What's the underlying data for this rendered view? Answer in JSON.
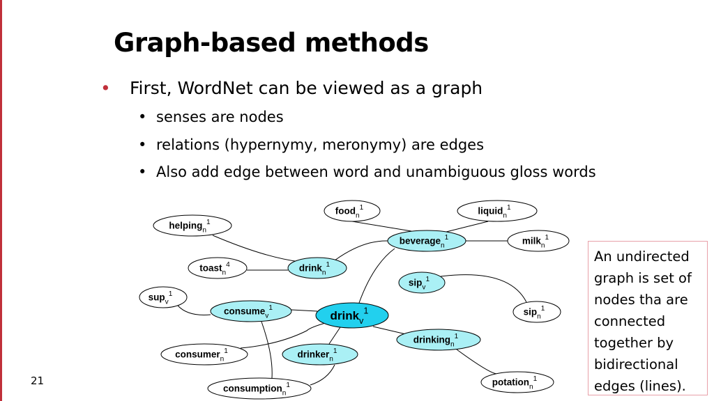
{
  "slide": {
    "title": "Graph-based methods",
    "bullet_main": "First, WordNet can be viewed as a graph",
    "sub_bullets": [
      "senses are nodes",
      "relations (hypernymy, meronymy) are edges",
      "Also add edge between word and unambiguous gloss words"
    ],
    "slide_number": "21",
    "note_lines": [
      "An undirected",
      "graph is set of",
      "nodes tha are",
      "connected",
      "together by",
      "bidirectional",
      "edges (lines)."
    ],
    "colors": {
      "accent": "#c0303a",
      "node_fill": "#aaf0f5",
      "center_fill": "#22d0ee"
    }
  },
  "graph": {
    "nodes": [
      {
        "id": "food",
        "base": "food",
        "sub": "n",
        "sup": "1"
      },
      {
        "id": "liquid",
        "base": "liquid",
        "sub": "n",
        "sup": "1"
      },
      {
        "id": "helping",
        "base": "helping",
        "sub": "n",
        "sup": "1"
      },
      {
        "id": "beverage",
        "base": "beverage",
        "sub": "n",
        "sup": "1"
      },
      {
        "id": "milk",
        "base": "milk",
        "sub": "n",
        "sup": "1"
      },
      {
        "id": "toast",
        "base": "toast",
        "sub": "n",
        "sup": "4"
      },
      {
        "id": "drinkn",
        "base": "drink",
        "sub": "n",
        "sup": "1"
      },
      {
        "id": "sipv",
        "base": "sip",
        "sub": "v",
        "sup": "1"
      },
      {
        "id": "sup",
        "base": "sup",
        "sub": "v",
        "sup": "1"
      },
      {
        "id": "consume",
        "base": "consume",
        "sub": "v",
        "sup": "1"
      },
      {
        "id": "drinkv",
        "base": "drink",
        "sub": "v",
        "sup": "1"
      },
      {
        "id": "sipn",
        "base": "sip",
        "sub": "n",
        "sup": "1"
      },
      {
        "id": "drinking",
        "base": "drinking",
        "sub": "n",
        "sup": "1"
      },
      {
        "id": "consumer",
        "base": "consumer",
        "sub": "n",
        "sup": "1"
      },
      {
        "id": "drinker",
        "base": "drinker",
        "sub": "n",
        "sup": "1"
      },
      {
        "id": "consumption",
        "base": "consumption",
        "sub": "n",
        "sup": "1"
      },
      {
        "id": "potation",
        "base": "potation",
        "sub": "n",
        "sup": "1"
      }
    ],
    "edges": [
      [
        "food",
        "beverage"
      ],
      [
        "liquid",
        "beverage"
      ],
      [
        "milk",
        "beverage"
      ],
      [
        "helping",
        "drinkn"
      ],
      [
        "toast",
        "drinkn"
      ],
      [
        "drinkn",
        "beverage"
      ],
      [
        "drinkv",
        "beverage"
      ],
      [
        "sipv",
        "sipn"
      ],
      [
        "sup",
        "consume"
      ],
      [
        "consume",
        "drinkv"
      ],
      [
        "drinkv",
        "drinking"
      ],
      [
        "drinkv",
        "drinker"
      ],
      [
        "drinkv",
        "consumer"
      ],
      [
        "consume",
        "consumption"
      ],
      [
        "drinking",
        "potation"
      ],
      [
        "drinker",
        "consumption"
      ]
    ]
  }
}
